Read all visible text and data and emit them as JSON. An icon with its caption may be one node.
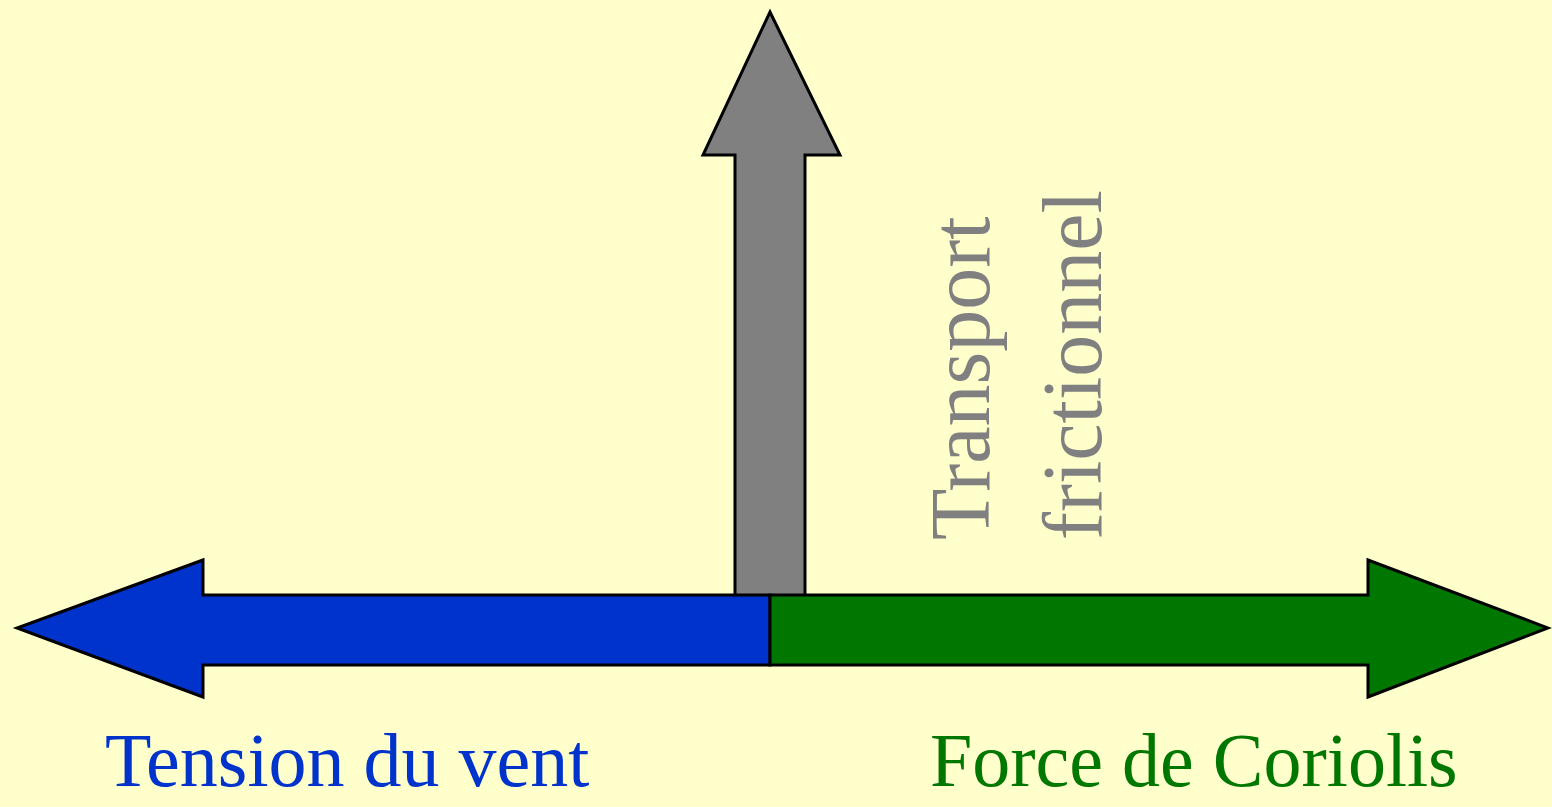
{
  "diagram": {
    "labels": [
      "Transport frictionnel",
      "Tension du vent",
      "Force de Coriolis"
    ]
  }
}
